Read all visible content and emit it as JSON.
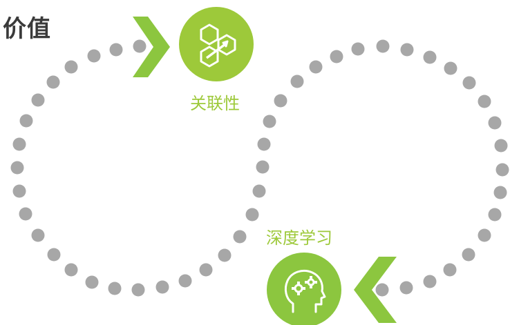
{
  "title": "价值",
  "nodes": {
    "relevance": {
      "label": "关联性",
      "icon": "hexagon-network-icon"
    },
    "deep_learning": {
      "label": "深度学习",
      "icon": "head-gears-icon"
    }
  },
  "colors": {
    "dots": "#a7a7a7",
    "accent": "#9dc93a",
    "arrow": "#8cc63f",
    "title": "#3a3a3a"
  }
}
